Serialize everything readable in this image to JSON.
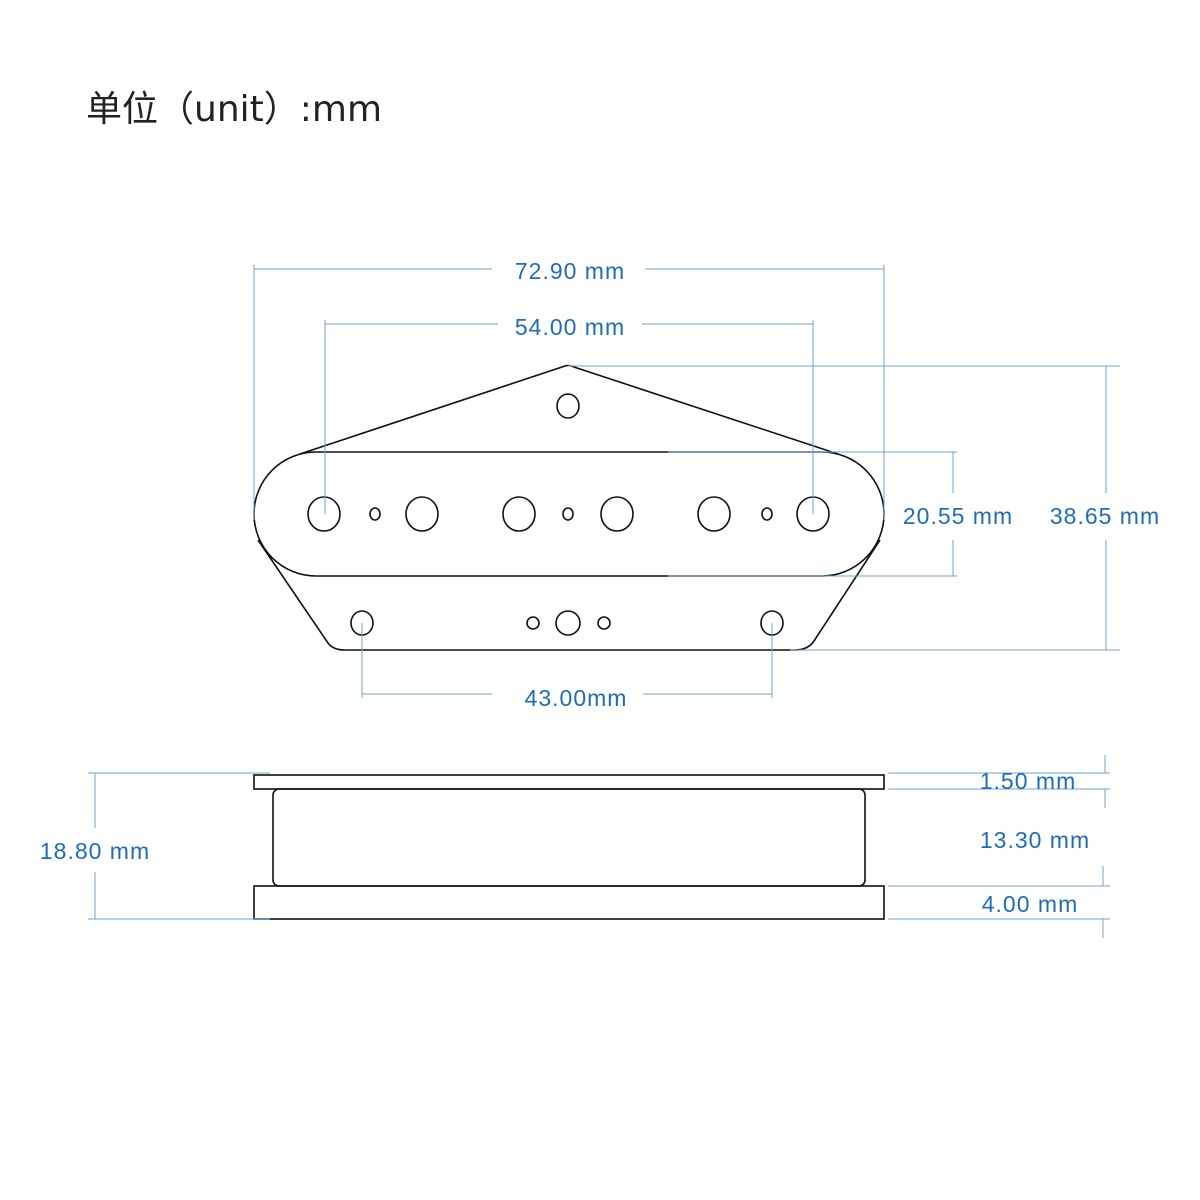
{
  "title": "单位（unit）:mm",
  "top_view": {
    "width_label": "72.90 mm",
    "pole_span_label": "54.00 mm",
    "cover_height_label": "20.55 mm",
    "plate_height_label": "38.65 mm",
    "mount_span_label": "43.00mm"
  },
  "side_view": {
    "total_height_label": "18.80 mm",
    "top_plate_label": "1.50 mm",
    "body_label": "13.30 mm",
    "base_label": "4.00 mm"
  },
  "colors": {
    "dimension": "#1f6db3",
    "outline": "#111111"
  }
}
